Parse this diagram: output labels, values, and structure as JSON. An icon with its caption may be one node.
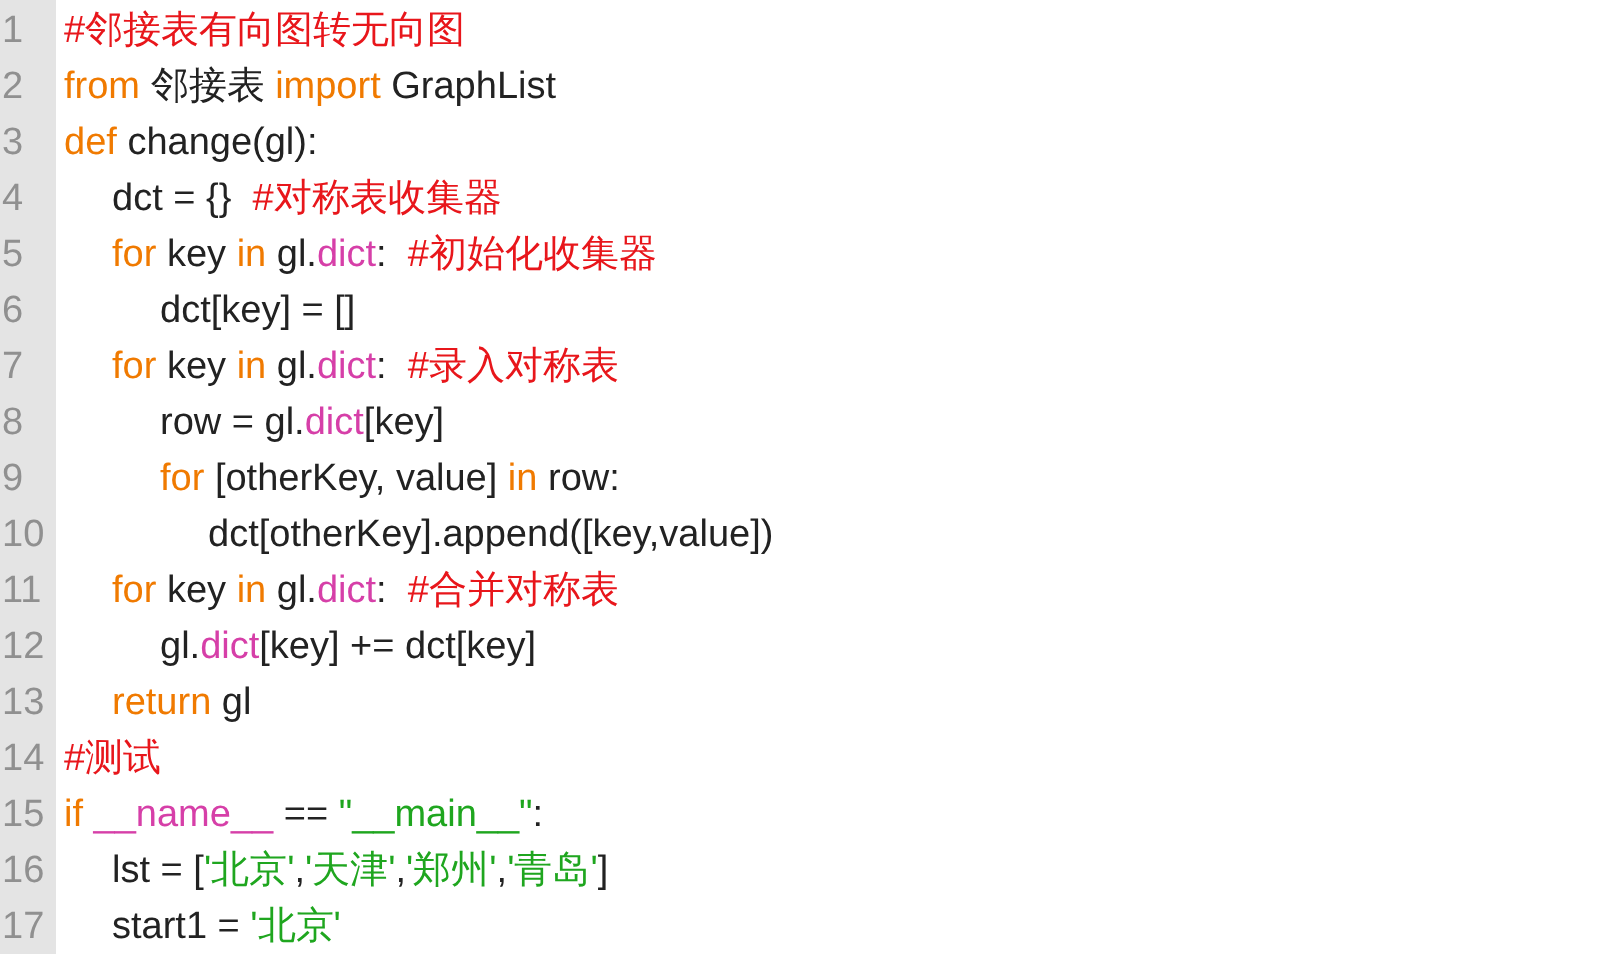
{
  "diagram": {
    "labels": [
      "1",
      "#邻接表有向图转无向图",
      "2",
      "from 邻接表 import GraphList",
      "3",
      "def change(gl):",
      "4",
      "dct = {}  #对称表收集器",
      "5",
      "for key in gl.dict:  #初始化收集器",
      "6",
      "dct[key] = []",
      "7",
      "for key in gl.dict:  #录入对称表",
      "8",
      "row = gl.dict[key]",
      "9",
      "for [otherKey, value] in row:",
      "10",
      "dct[otherKey].append([key,value])",
      "11",
      "for key in gl.dict:  #合并对称表",
      "12",
      "gl.dict[key] += dct[key]",
      "13",
      "return gl",
      "14",
      "#测试",
      "15",
      "if __name__ == \"__main__\":",
      "16",
      "lst = ['北京','天津','郑州','青岛']",
      "17",
      "start1 = '北京'"
    ]
  }
}
